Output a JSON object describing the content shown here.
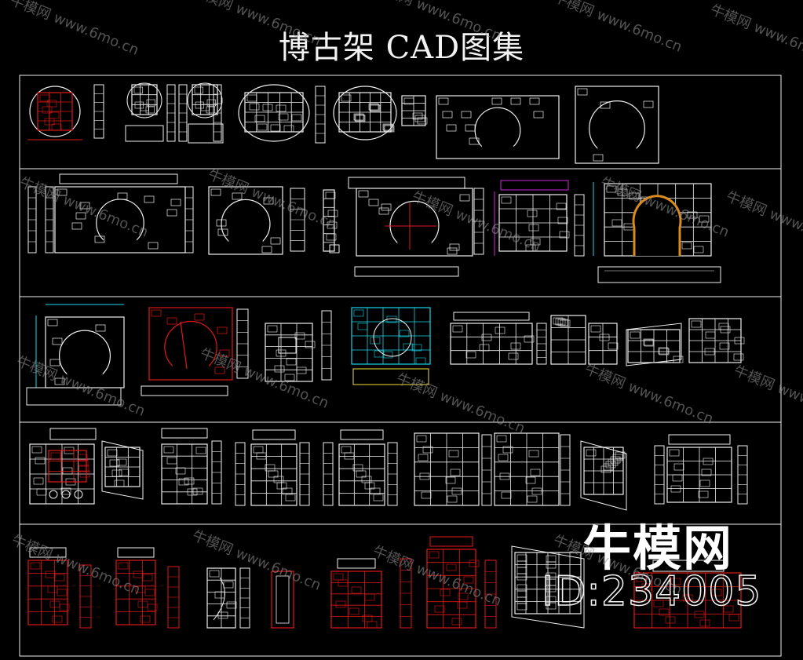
{
  "drawing": {
    "title": "博古架 CAD图集",
    "rows": 5,
    "watermark_brand": "牛模网",
    "watermark_id": "ID:234005",
    "tile_watermark_cn": "牛模网",
    "tile_watermark_url": "www.6mo.cn"
  },
  "colors": {
    "background": "#000000",
    "line": "#f0f0f0",
    "red": "#e01818",
    "cyan": "#16d8e8",
    "magenta": "#d028d8",
    "yellow": "#f2e230",
    "orange": "#d98a20"
  }
}
